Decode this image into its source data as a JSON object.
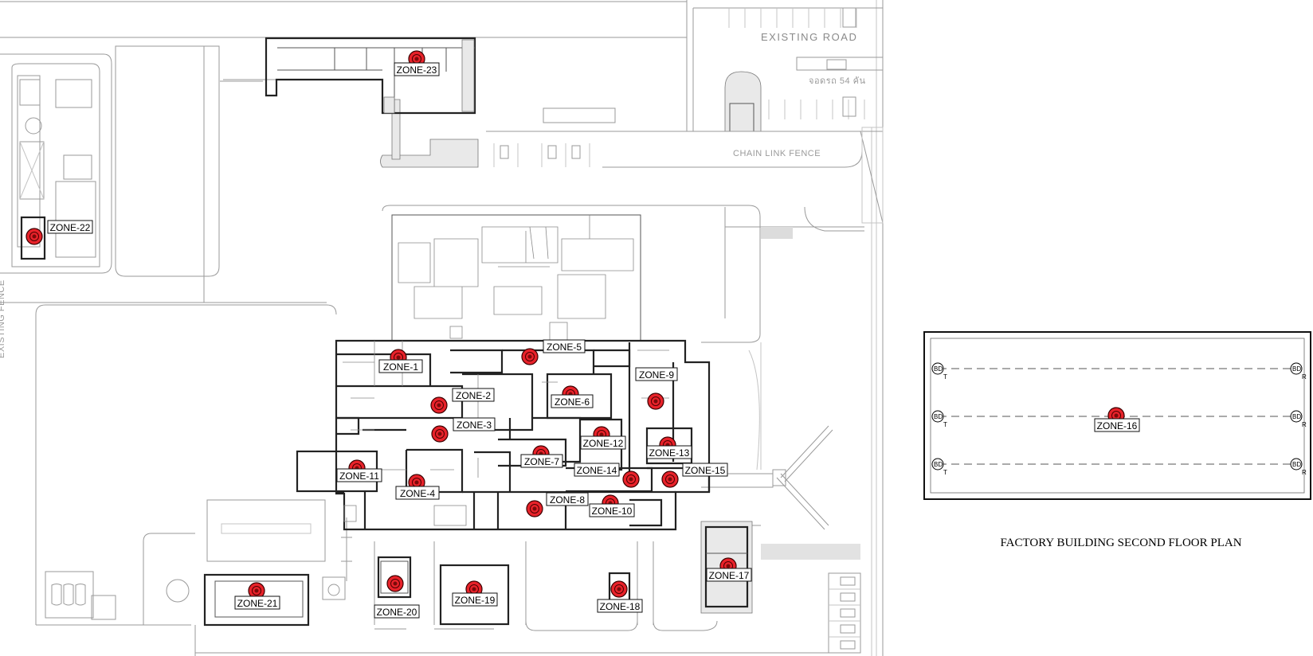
{
  "site_plan": {
    "road_label": "EXISTING ROAD",
    "fence_label": "CHAIN LINK FENCE",
    "existing_fence_label": "EXISTING FENCE",
    "parking_note": "จอดรถ 54 คัน"
  },
  "zones": [
    {
      "id": "zone-1",
      "label": "ZONE-1"
    },
    {
      "id": "zone-2",
      "label": "ZONE-2"
    },
    {
      "id": "zone-3",
      "label": "ZONE-3"
    },
    {
      "id": "zone-4",
      "label": "ZONE-4"
    },
    {
      "id": "zone-5",
      "label": "ZONE-5"
    },
    {
      "id": "zone-6",
      "label": "ZONE-6"
    },
    {
      "id": "zone-7",
      "label": "ZONE-7"
    },
    {
      "id": "zone-8",
      "label": "ZONE-8"
    },
    {
      "id": "zone-9",
      "label": "ZONE-9"
    },
    {
      "id": "zone-10",
      "label": "ZONE-10"
    },
    {
      "id": "zone-11",
      "label": "ZONE-11"
    },
    {
      "id": "zone-12",
      "label": "ZONE-12"
    },
    {
      "id": "zone-13",
      "label": "ZONE-13"
    },
    {
      "id": "zone-14",
      "label": "ZONE-14"
    },
    {
      "id": "zone-15",
      "label": "ZONE-15"
    },
    {
      "id": "zone-17",
      "label": "ZONE-17"
    },
    {
      "id": "zone-18",
      "label": "ZONE-18"
    },
    {
      "id": "zone-19",
      "label": "ZONE-19"
    },
    {
      "id": "zone-20",
      "label": "ZONE-20"
    },
    {
      "id": "zone-21",
      "label": "ZONE-21"
    },
    {
      "id": "zone-22",
      "label": "ZONE-22"
    },
    {
      "id": "zone-23",
      "label": "ZONE-23"
    }
  ],
  "second_floor": {
    "title": "FACTORY BUILDING SECOND FLOOR PLAN",
    "zone_label": "ZONE-16",
    "beam_detectors": [
      {
        "code": "BD",
        "suffix": "T"
      },
      {
        "code": "BD",
        "suffix": "R"
      },
      {
        "code": "BD",
        "suffix": "T"
      },
      {
        "code": "BD",
        "suffix": "R"
      },
      {
        "code": "BD",
        "suffix": "T"
      },
      {
        "code": "BD",
        "suffix": "R"
      }
    ]
  },
  "colors": {
    "detector": "#e8222a",
    "detector_core": "#7a0a0a",
    "walls": "#222222",
    "site_lines": "#9a9a9a"
  }
}
